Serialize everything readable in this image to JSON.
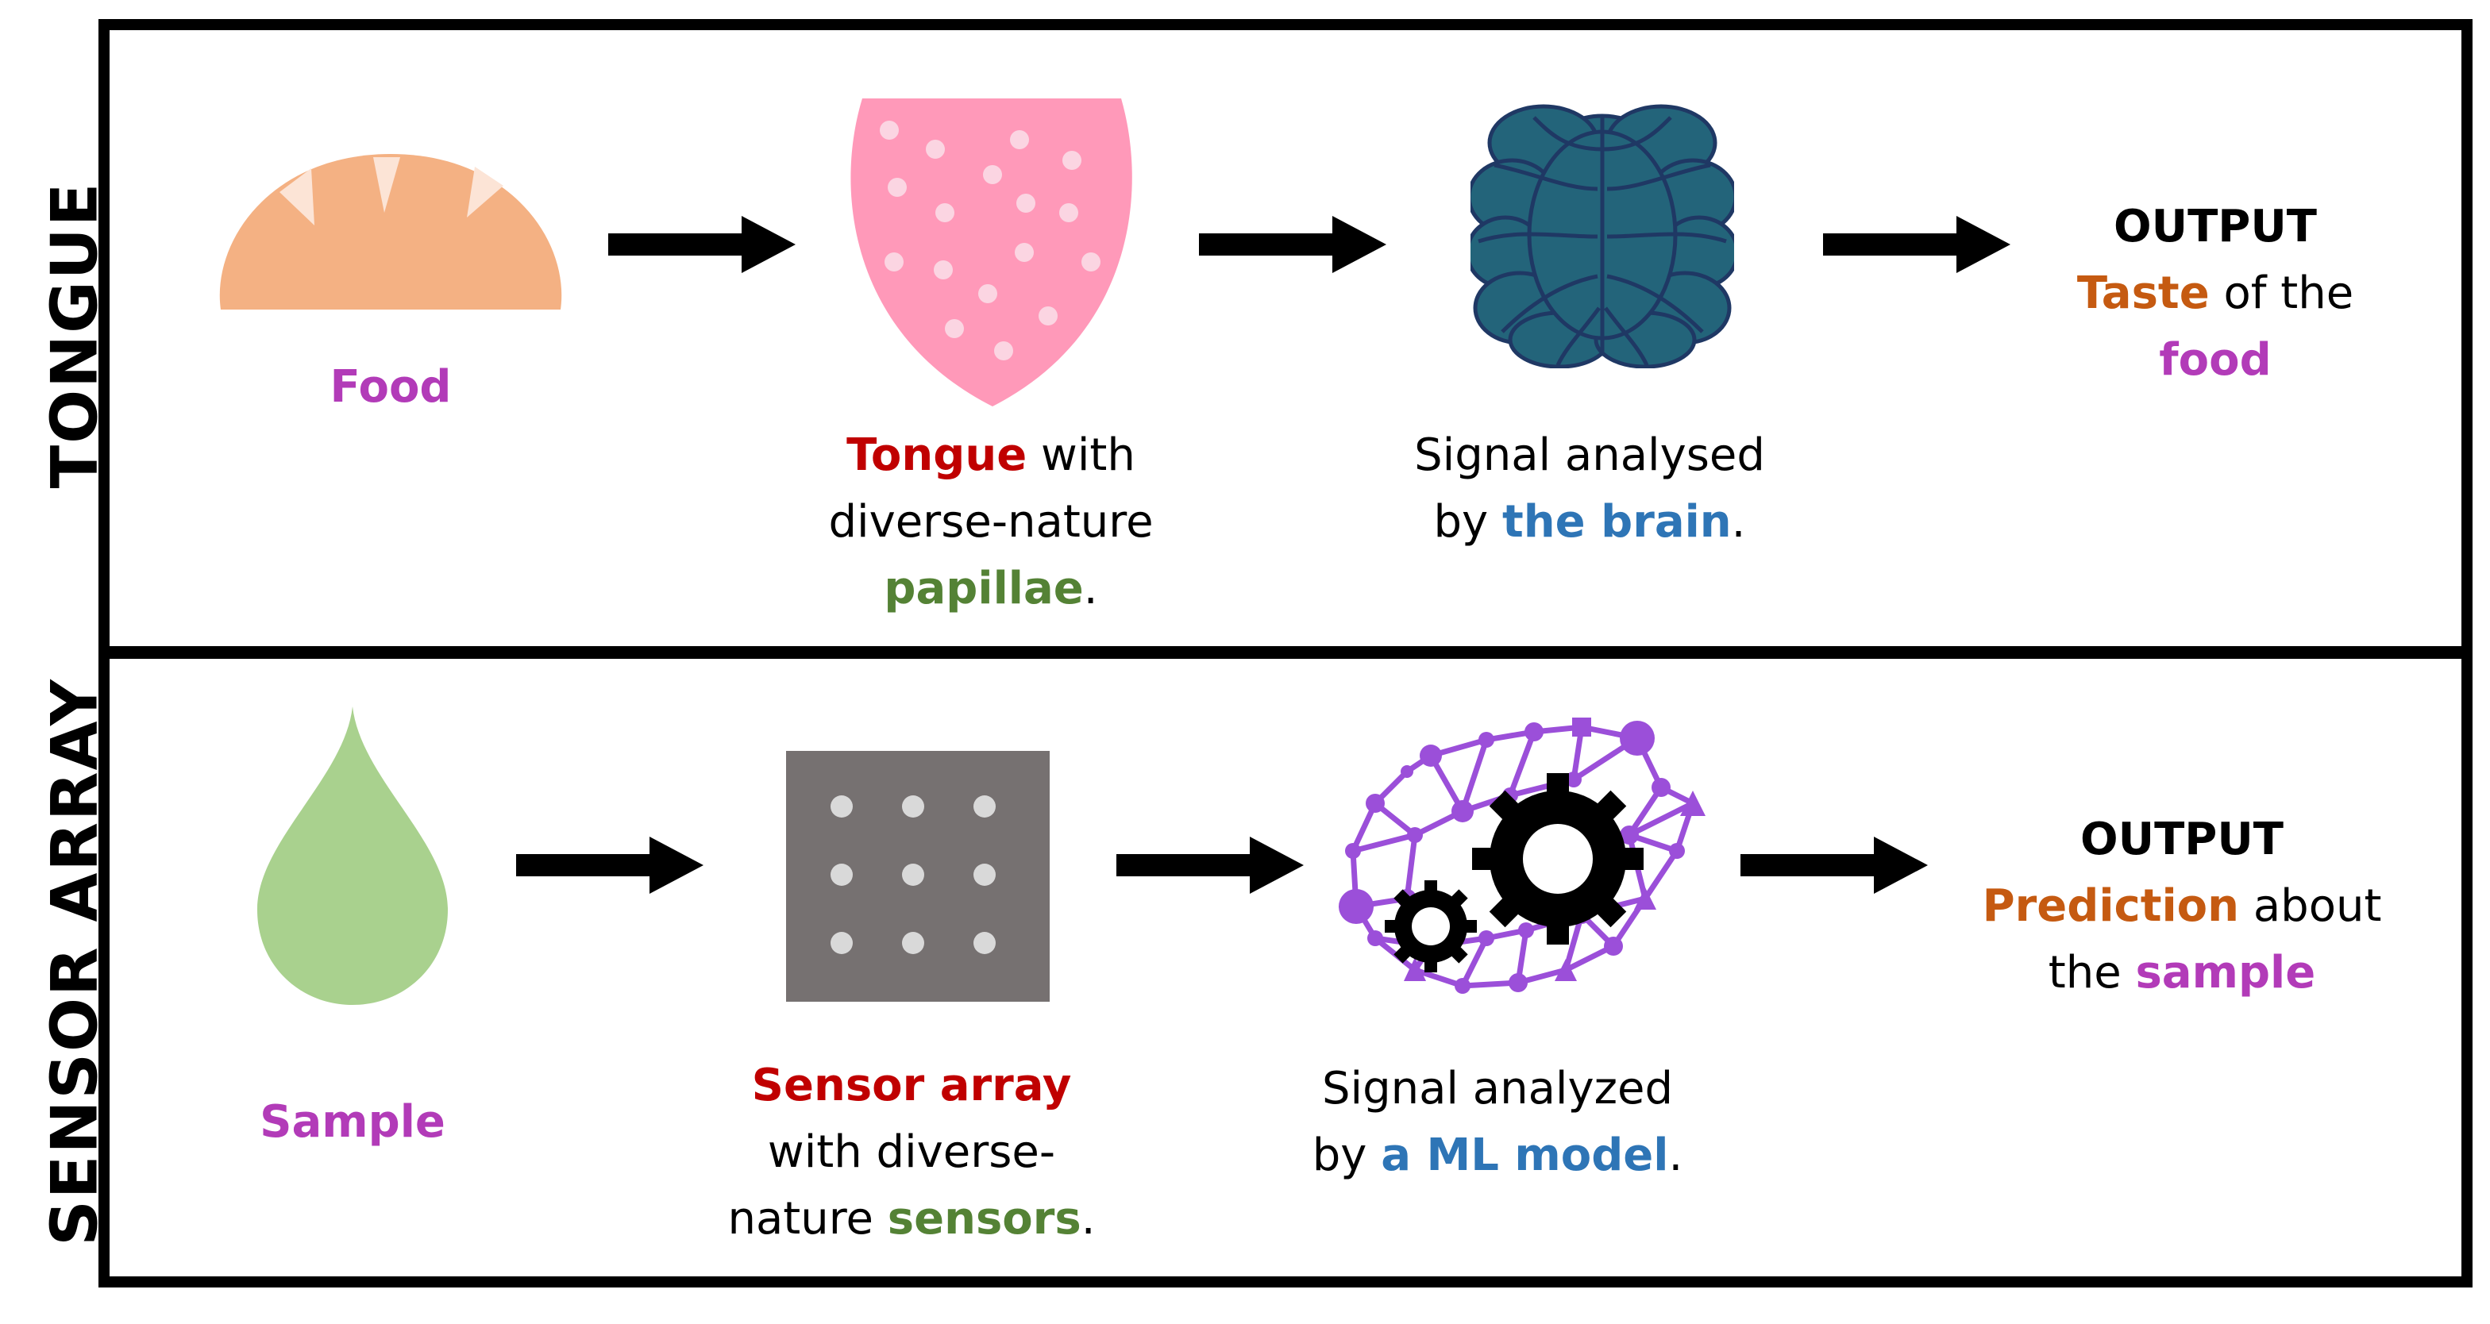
{
  "rows": {
    "tongue": {
      "label": "TONGUE",
      "food": {
        "label": "Food"
      },
      "tongue": {
        "line1_strong": "Tongue",
        "line1_rest": " with",
        "line2": "diverse-nature",
        "line3_strong": "papillae",
        "line3_rest": "."
      },
      "brain": {
        "line1": "Signal analysed",
        "line2_pre": "by ",
        "line2_strong": "the brain",
        "line2_rest": "."
      },
      "output": {
        "title": "OUTPUT",
        "line2_strong": "Taste",
        "line2_rest": " of the",
        "line3_strong": "food"
      }
    },
    "sensor": {
      "label": "SENSOR ARRAY",
      "sample": {
        "label": "Sample"
      },
      "array": {
        "line1_strong": "Sensor array",
        "line2": "with diverse-",
        "line3_pre": "nature ",
        "line3_strong": "sensors",
        "line3_rest": "."
      },
      "model": {
        "line1": "Signal analyzed",
        "line2_pre": "by ",
        "line2_strong": "a ML model",
        "line2_rest": "."
      },
      "output": {
        "title": "OUTPUT",
        "line2_strong": "Prediction",
        "line2_rest": " about",
        "line3_pre": "the ",
        "line3_strong": "sample"
      }
    }
  },
  "colors": {
    "bread": "#f4b183",
    "tongue": "#ff99b9",
    "brain": "#23647a",
    "drop": "#a9d18e",
    "sensor": "#767171",
    "network": "#9b4fd9",
    "highlight_magenta": "#b23bb8",
    "highlight_red": "#c00000",
    "highlight_green": "#548235",
    "highlight_blue": "#2e75b6",
    "highlight_orange": "#c55a11"
  },
  "icons": [
    "bread-icon",
    "tongue-icon",
    "brain-icon",
    "droplet-icon",
    "sensor-array-icon",
    "ml-network-icon",
    "arrow-icon"
  ]
}
